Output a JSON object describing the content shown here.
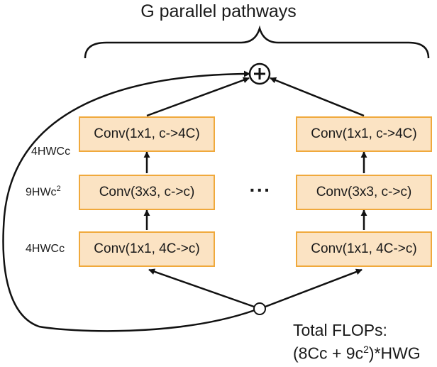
{
  "title": "G parallel pathways",
  "left_pathway": {
    "top_conv": "Conv(1x1, c->4C)",
    "mid_conv": "Conv(3x3, c->c)",
    "bottom_conv": "Conv(1x1, 4C->c)"
  },
  "right_pathway": {
    "top_conv": "Conv(1x1, c->4C)",
    "mid_conv": "Conv(3x3, c->c)",
    "bottom_conv": "Conv(1x1, 4C->c)"
  },
  "flops": {
    "top": "4HWCc",
    "mid_base": "9HWc",
    "mid_sup": "2",
    "bottom": "4HWCc"
  },
  "ellipsis": "···",
  "sum_symbol": "+",
  "total": {
    "line1": "Total FLOPs:",
    "line2_a": "(8Cc + 9c",
    "line2_sup": "2",
    "line2_b": ")*HWG"
  }
}
